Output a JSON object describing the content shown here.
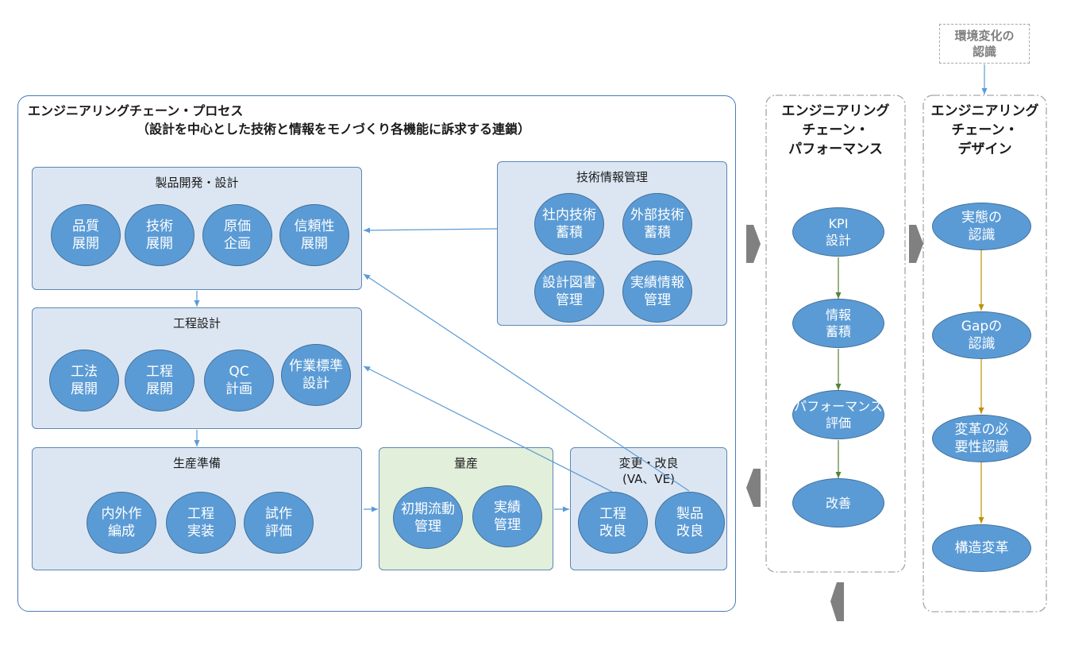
{
  "colors": {
    "outer_border": "#4a7dba",
    "box_fill": "#dce6f2",
    "box_border": "#5b87b8",
    "mass_fill": "#e2efda",
    "ellipse_fill": "#5b9bd5",
    "ellipse_border": "#41719c",
    "arrow_blue": "#5b9bd5",
    "arrow_green": "#548235",
    "arrow_gold": "#bf9000",
    "frame_gray": "#a6a6a6",
    "chevron_gray": "#808080",
    "muted_text": "#7f7f7f"
  },
  "process": {
    "title": "エンジニアリングチェーン・プロセス",
    "subtitle": "（設計を中心とした技術と情報をモノづくり各機能に訴求する連鎖）",
    "product_design": {
      "title": "製品開発・設計",
      "items": [
        "品質\n展開",
        "技術\n展開",
        "原価\n企画",
        "信頼性\n展開"
      ]
    },
    "process_design": {
      "title": "工程設計",
      "items": [
        "工法\n展開",
        "工程\n展開",
        "QC\n計画",
        "作業標準\n設計"
      ]
    },
    "production_prep": {
      "title": "生産準備",
      "items": [
        "内外作\n編成",
        "工程\n実装",
        "試作\n評価"
      ]
    },
    "mass_production": {
      "title": "量産",
      "items": [
        "初期流動\n管理",
        "実績\n管理"
      ]
    },
    "change_improvement": {
      "title": "変更・改良",
      "subtitle": "(VA、VE)",
      "items": [
        "工程\n改良",
        "製品\n改良"
      ]
    },
    "tech_info": {
      "title": "技術情報管理",
      "items": [
        "社内技術\n蓄積",
        "外部技術\n蓄積",
        "設計図書\n管理",
        "実績情報\n管理"
      ]
    }
  },
  "performance": {
    "title": "エンジニアリング\nチェーン・\nパフォーマンス",
    "steps": [
      "KPI\n設計",
      "情報\n蓄積",
      "パフォーマンス\n評価",
      "改善"
    ]
  },
  "design": {
    "title": "エンジニアリング\nチェーン・\nデザイン",
    "steps": [
      "実態の\n認識",
      "Gapの\n認識",
      "変革の必\n要性認識",
      "構造変革"
    ]
  },
  "environment": {
    "label": "環境変化の\n認識"
  }
}
